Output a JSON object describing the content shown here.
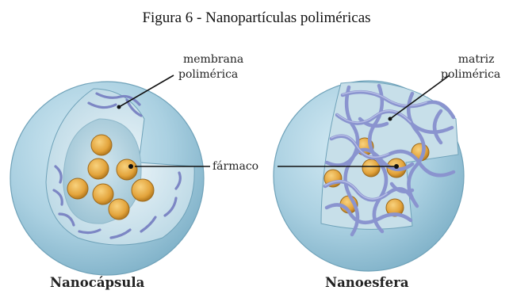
{
  "figure": {
    "title": "Figura 6 - Nanopartículas poliméricas"
  },
  "labels": {
    "membrana_line1": "membrana",
    "membrana_line2": "polimérica",
    "matriz_line1": "matriz",
    "matriz_line2": "polimérica",
    "farmaco": "fármaco"
  },
  "captions": {
    "left": "Nanocápsula",
    "right": "Nanoesfera"
  },
  "colors": {
    "shell": "#a9cfe0",
    "shell_dark": "#7fb1c8",
    "polymer": "#8a94cf",
    "drug": "#e8b04a",
    "drug_dark": "#b57a1f"
  }
}
